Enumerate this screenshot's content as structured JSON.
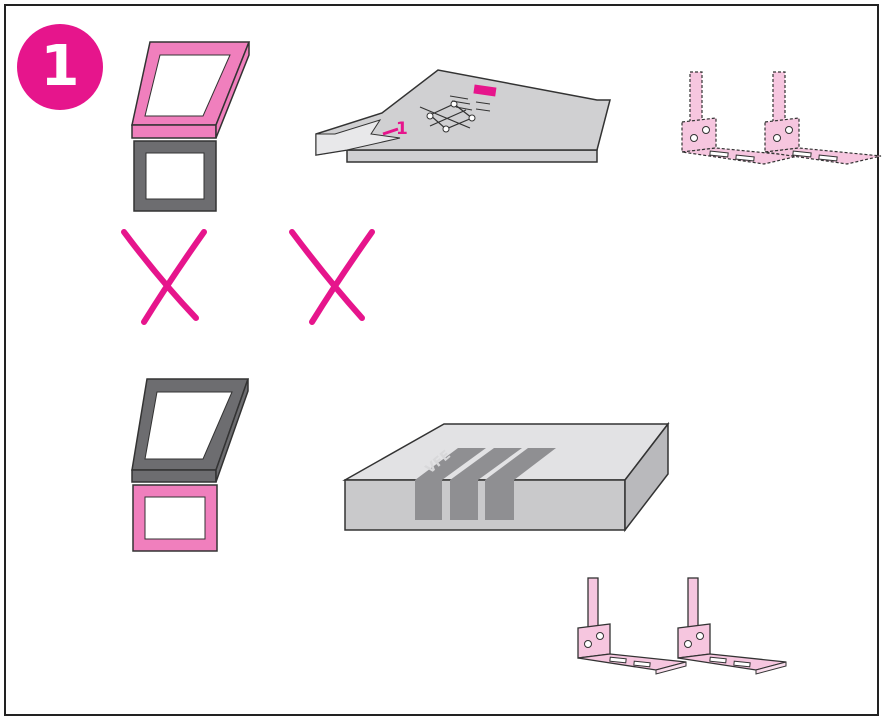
{
  "step": {
    "number": "1"
  },
  "colors": {
    "accent": "#e6158c",
    "pink_part": "#f6c6df",
    "pink_frame": "#f07fbd",
    "gray_frame": "#6d6d70",
    "gray_plate": "#d0d0d2",
    "gray_box": "#c9c9cb",
    "stripe": "#8f8f92",
    "outline": "#333333"
  },
  "plate": {
    "number_label": "1"
  },
  "box": {
    "label": "VFE"
  },
  "parts": {
    "icons": [
      "pink-frame-tray-icon",
      "gray-frame-base-icon",
      "vesa-mounting-plate-icon",
      "angle-stand-bracket-pair-icon",
      "crossed-out-bracket-icon",
      "crossed-out-bracket-icon",
      "mounting-bracket-icon",
      "mounting-bracket-icon",
      "gray-frame-tray-icon",
      "pink-frame-base-icon",
      "packaged-box-icon",
      "perforated-strip-icon",
      "perforated-strip-icon",
      "perforated-strip-icon",
      "perforated-strip-icon",
      "angle-stand-bracket-pair-icon"
    ],
    "crossed_out_count": 2
  }
}
